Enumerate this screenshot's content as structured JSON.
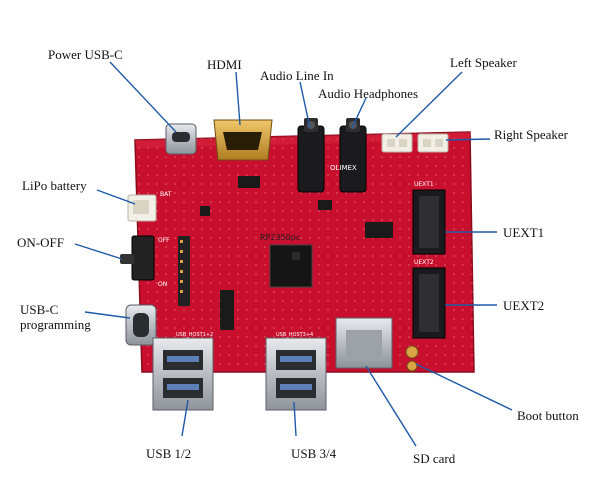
{
  "labels": {
    "power_usb_c": "Power USB-C",
    "hdmi": "HDMI",
    "audio_line_in": "Audio Line In",
    "audio_headphones": "Audio Headphones",
    "left_speaker": "Left Speaker",
    "right_speaker": "Right Speaker",
    "lipo_battery": "LiPo battery",
    "on_off": "ON-OFF",
    "usb_c_programming": "USB-C programming",
    "uext1": "UEXT1",
    "uext2": "UEXT2",
    "boot_button": "Boot button",
    "usb_12": "USB 1/2",
    "usb_34": "USB 3/4",
    "sd_card": "SD card"
  },
  "board": {
    "chip_marking": "RP2350pc",
    "brand": "OLIMEX",
    "silk_usb12": "USB_HOST1+2",
    "silk_usb34": "USB_HOST3+4",
    "silk_bat": "BAT",
    "silk_on": "ON",
    "silk_off": "OFF",
    "silk_uext1": "UEXT1",
    "silk_uext2": "UEXT2"
  },
  "colors": {
    "pcb": "#c8102e",
    "pcb_dark": "#9c0a20",
    "metal": "#c9ccd1",
    "gold": "#d9a441",
    "leader": "#1e5aa8"
  }
}
